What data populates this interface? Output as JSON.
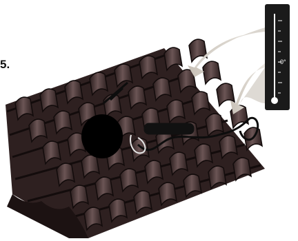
{
  "step_label": "5.",
  "thermometer": {
    "scale_label": "-0°"
  },
  "colors": {
    "tile_dark": "#2a1d1d",
    "tile_mid": "#3e2c2c",
    "tile_light": "#6b5555",
    "thermometer_body": "#1a1a1a",
    "arrow": "#d8d3cc"
  },
  "icons": [
    "thermometer-icon",
    "roof-tiles-illustration",
    "heating-cable-icon",
    "round-ventilator-icon"
  ]
}
